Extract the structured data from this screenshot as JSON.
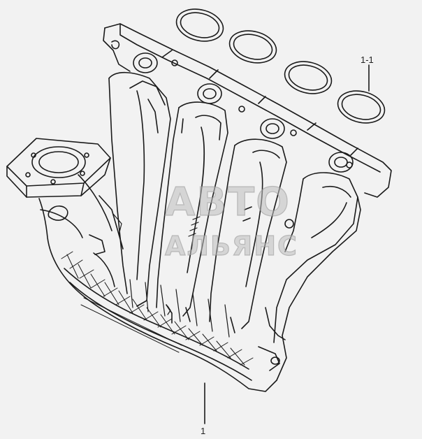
{
  "callouts": {
    "gasket_ring": "1-1",
    "intake_manifold": "1"
  },
  "watermark": {
    "line1": "АВТО",
    "line2": "АЛЬЯНС"
  },
  "colors": {
    "background": "#f2f2f2",
    "line": "#1a1a1a"
  }
}
